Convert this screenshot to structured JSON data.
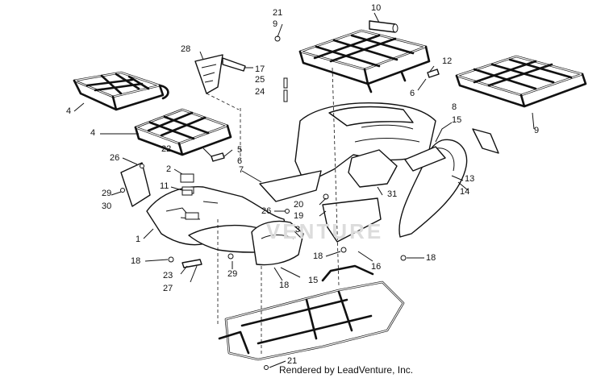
{
  "diagram": {
    "watermark": "VENTURE",
    "credit": "Rendered by LeadVenture, Inc.",
    "callouts": [
      {
        "key": "c10",
        "label": "10"
      },
      {
        "key": "c21a",
        "label": "21"
      },
      {
        "key": "c9a",
        "label": "9"
      },
      {
        "key": "c28",
        "label": "28"
      },
      {
        "key": "c17",
        "label": "17"
      },
      {
        "key": "c12",
        "label": "12"
      },
      {
        "key": "c25",
        "label": "25"
      },
      {
        "key": "c24",
        "label": "24"
      },
      {
        "key": "c6a",
        "label": "6"
      },
      {
        "key": "c4a",
        "label": "4"
      },
      {
        "key": "c8",
        "label": "8"
      },
      {
        "key": "c15a",
        "label": "15"
      },
      {
        "key": "c9b",
        "label": "9"
      },
      {
        "key": "c4b",
        "label": "4"
      },
      {
        "key": "c22",
        "label": "22"
      },
      {
        "key": "c5",
        "label": "5"
      },
      {
        "key": "c6b",
        "label": "6"
      },
      {
        "key": "c26a",
        "label": "26"
      },
      {
        "key": "c2",
        "label": "2"
      },
      {
        "key": "c7",
        "label": "7"
      },
      {
        "key": "c13",
        "label": "13"
      },
      {
        "key": "c14",
        "label": "14"
      },
      {
        "key": "c11",
        "label": "11"
      },
      {
        "key": "c29a",
        "label": "29"
      },
      {
        "key": "c30",
        "label": "30"
      },
      {
        "key": "c31",
        "label": "31"
      },
      {
        "key": "c20",
        "label": "20"
      },
      {
        "key": "c19",
        "label": "19"
      },
      {
        "key": "c26b",
        "label": "26"
      },
      {
        "key": "c3",
        "label": "3"
      },
      {
        "key": "c1",
        "label": "1"
      },
      {
        "key": "c18a",
        "label": "18"
      },
      {
        "key": "c18b",
        "label": "18"
      },
      {
        "key": "c18c",
        "label": "18"
      },
      {
        "key": "c16",
        "label": "16"
      },
      {
        "key": "c23",
        "label": "23"
      },
      {
        "key": "c29b",
        "label": "29"
      },
      {
        "key": "c15b",
        "label": "15"
      },
      {
        "key": "c27",
        "label": "27"
      },
      {
        "key": "c18d",
        "label": "18"
      },
      {
        "key": "c21b",
        "label": "21"
      }
    ]
  }
}
